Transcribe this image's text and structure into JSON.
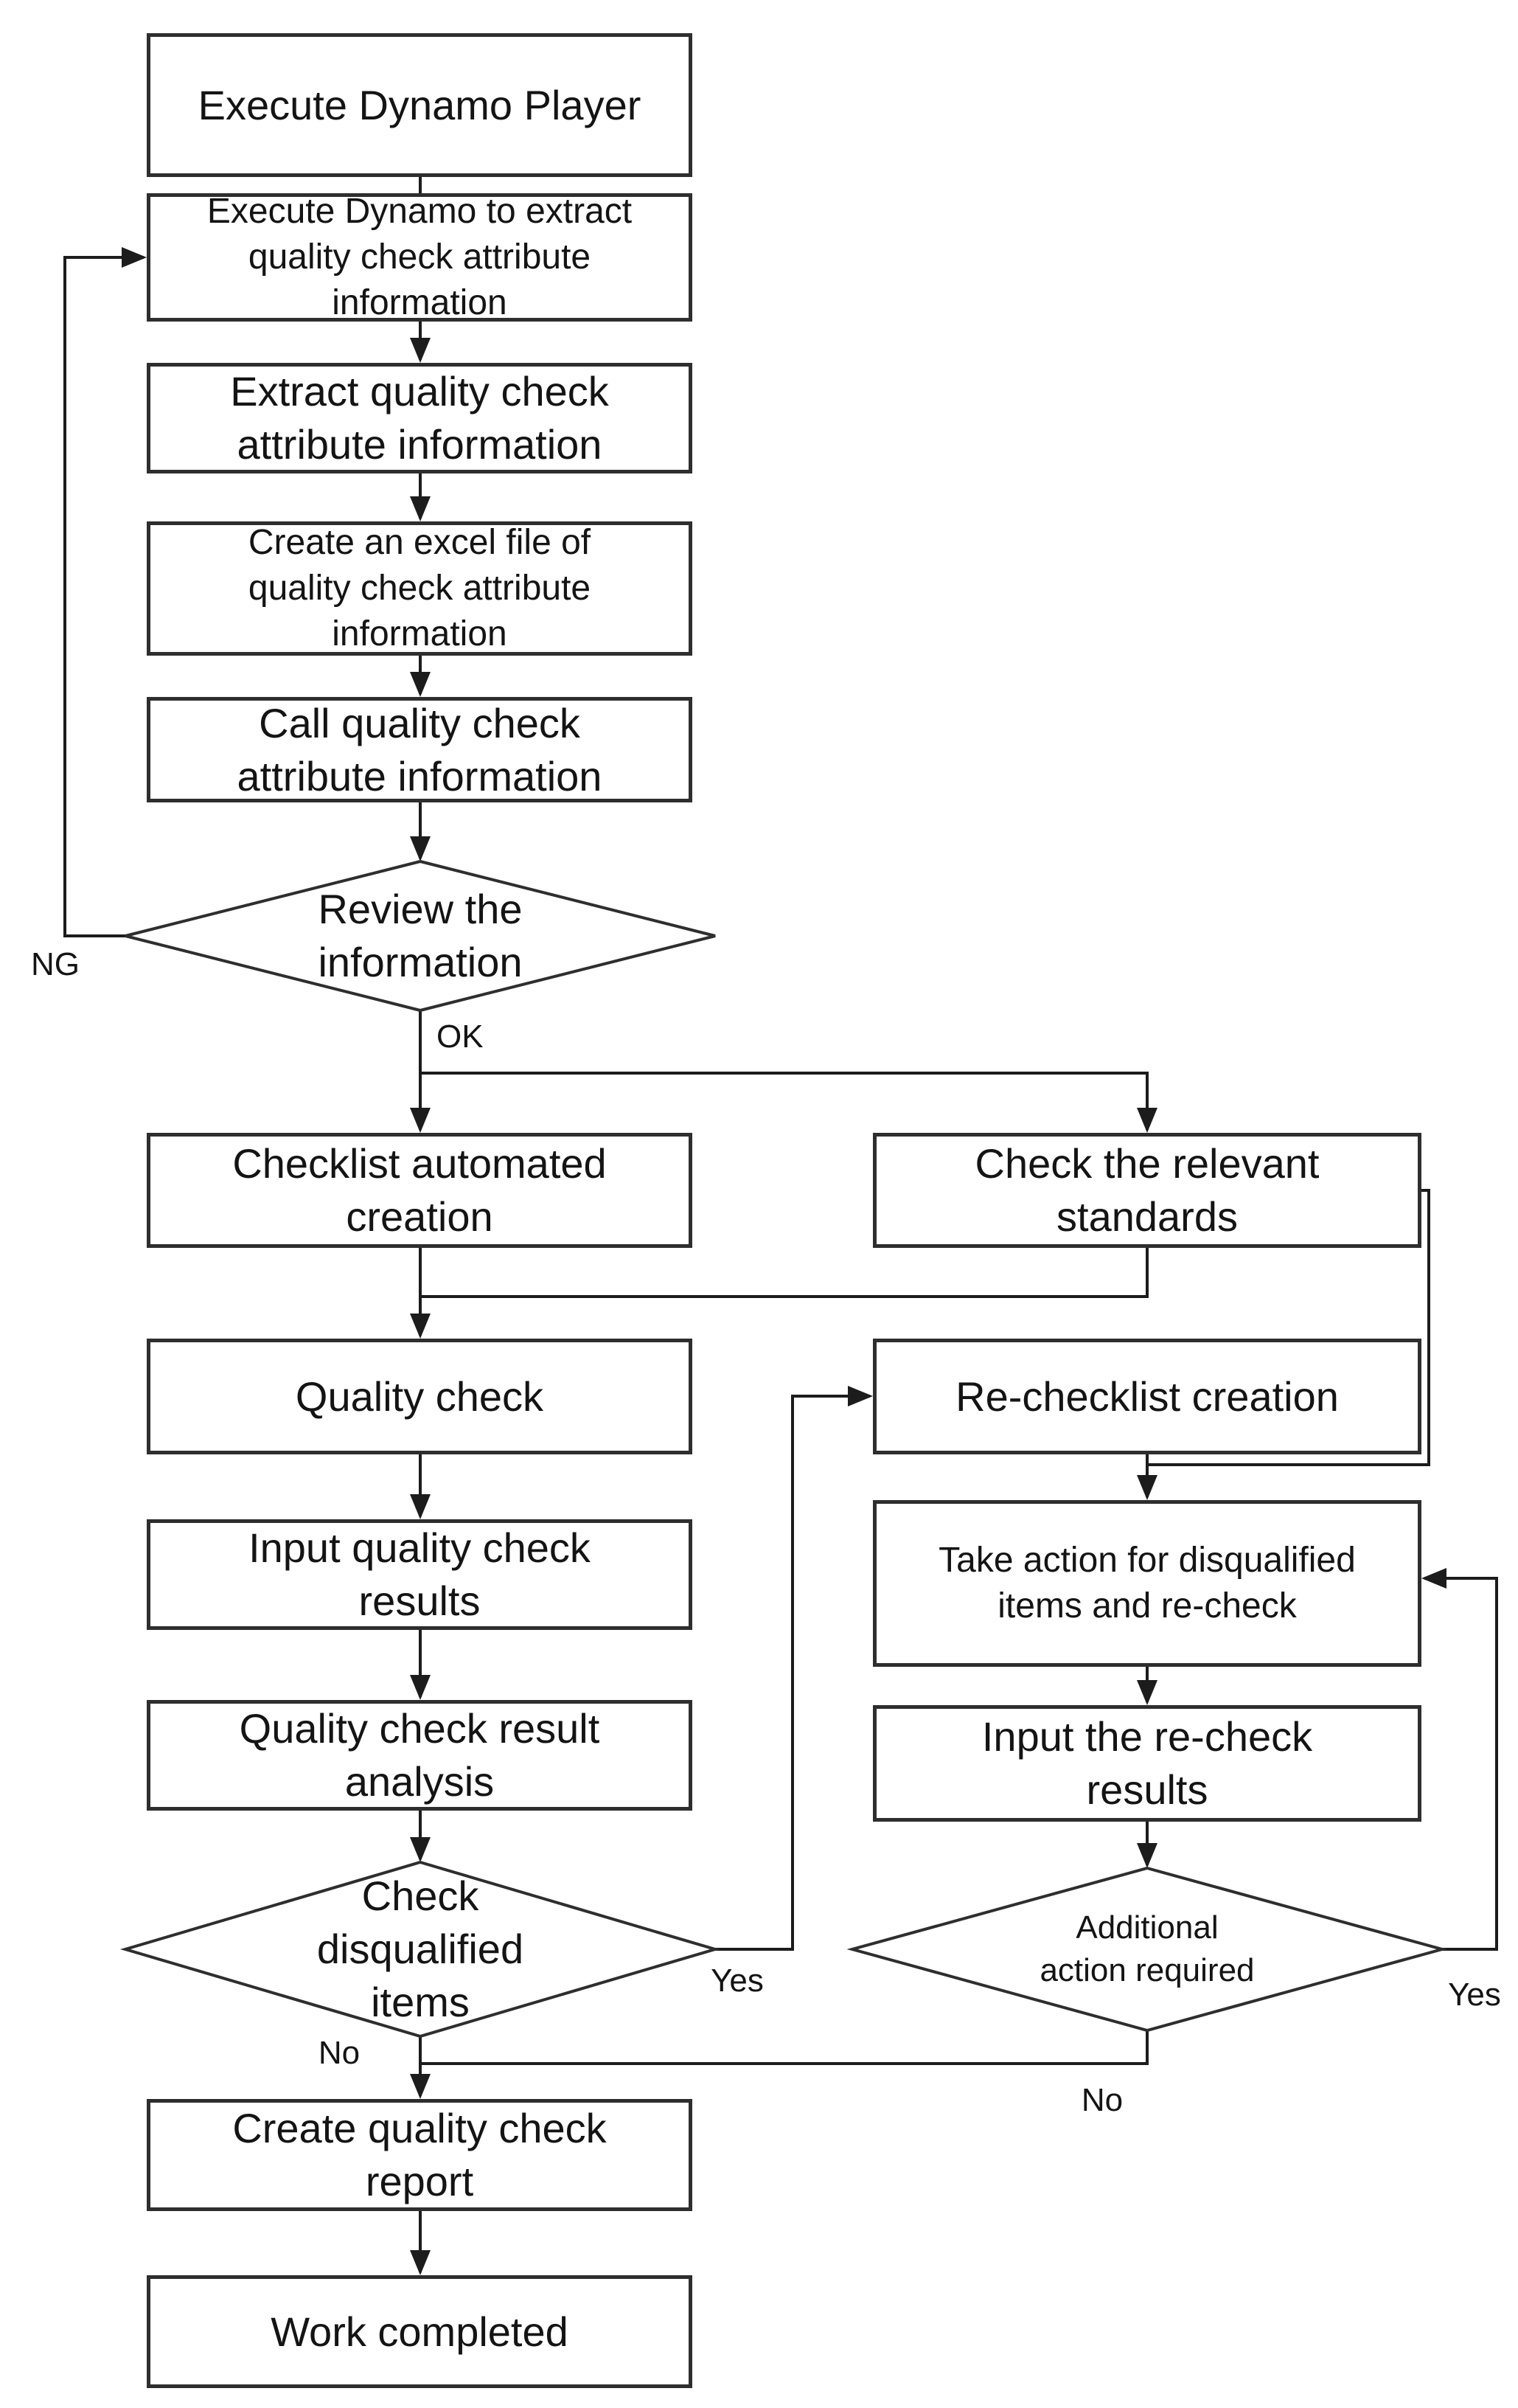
{
  "diagram": {
    "type": "flowchart",
    "background": "#ffffff",
    "line_color": "#1c1c1c",
    "border_color": "#2e2e2e",
    "text_color": "#141414"
  },
  "nodes": {
    "execute_player": {
      "shape": "process",
      "lines": [
        "Execute Dynamo Player"
      ]
    },
    "execute_extract": {
      "shape": "process",
      "lines": [
        "Execute Dynamo to extract",
        "quality check attribute",
        "information"
      ]
    },
    "extract_info": {
      "shape": "process",
      "lines": [
        "Extract quality check",
        "attribute information"
      ]
    },
    "create_excel": {
      "shape": "process",
      "lines": [
        "Create an excel file of",
        "quality check attribute",
        "information"
      ]
    },
    "call_info": {
      "shape": "process",
      "lines": [
        "Call quality check",
        "attribute information"
      ]
    },
    "review_information": {
      "shape": "decision",
      "lines": [
        "Review the",
        "information"
      ]
    },
    "checklist_creation": {
      "shape": "process",
      "lines": [
        "Checklist automated",
        "creation"
      ]
    },
    "check_standards": {
      "shape": "process",
      "lines": [
        "Check the relevant",
        "standards"
      ]
    },
    "quality_check": {
      "shape": "process",
      "lines": [
        "Quality check"
      ]
    },
    "recheck_list": {
      "shape": "process",
      "lines": [
        "Re-checklist creation"
      ]
    },
    "input_results": {
      "shape": "process",
      "lines": [
        "Input quality check",
        "results"
      ]
    },
    "take_action": {
      "shape": "process",
      "lines": [
        "Take action for disqualified",
        "items and re-check"
      ]
    },
    "result_analysis": {
      "shape": "process",
      "lines": [
        "Quality check result",
        "analysis"
      ]
    },
    "input_recheck": {
      "shape": "process",
      "lines": [
        "Input the re-check",
        "results"
      ]
    },
    "check_disqualified": {
      "shape": "decision",
      "lines": [
        "Check",
        "disqualified",
        "items"
      ]
    },
    "additional_action": {
      "shape": "decision",
      "lines": [
        "Additional",
        "action required"
      ]
    },
    "create_report": {
      "shape": "process",
      "lines": [
        "Create quality check",
        "report"
      ]
    },
    "work_completed": {
      "shape": "process",
      "lines": [
        "Work completed"
      ]
    }
  },
  "edge_labels": {
    "ng": "NG",
    "ok": "OK",
    "yes_left": "Yes",
    "no_left": "No",
    "yes_right": "Yes",
    "no_right": "No"
  }
}
